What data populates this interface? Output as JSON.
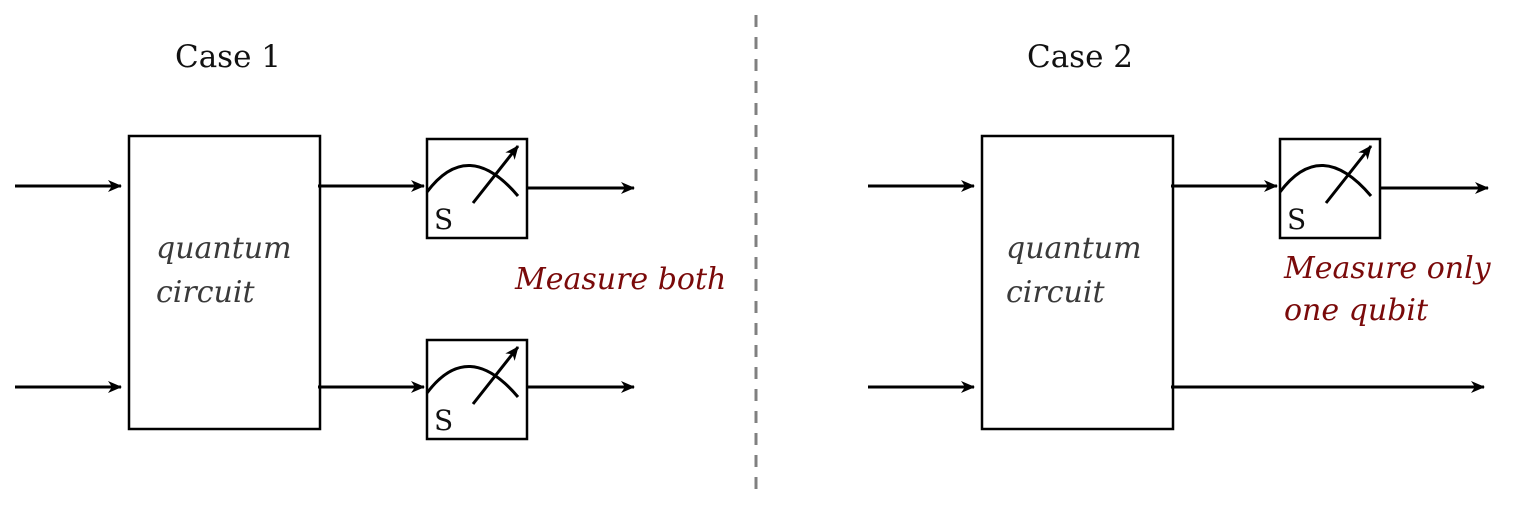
{
  "figure": {
    "divider_color": "#808080",
    "accent_color": "#7a0a0a",
    "meter_label": "S",
    "cases": [
      {
        "title": "Case 1",
        "circuit_label_line1": "quantum",
        "circuit_label_line2": "circuit",
        "note_line1": "Measure both",
        "note_line2": "",
        "measured_outputs": [
          true,
          true
        ]
      },
      {
        "title": "Case 2",
        "circuit_label_line1": "quantum",
        "circuit_label_line2": "circuit",
        "note_line1": "Measure only",
        "note_line2": "one qubit",
        "measured_outputs": [
          true,
          false
        ]
      }
    ]
  }
}
